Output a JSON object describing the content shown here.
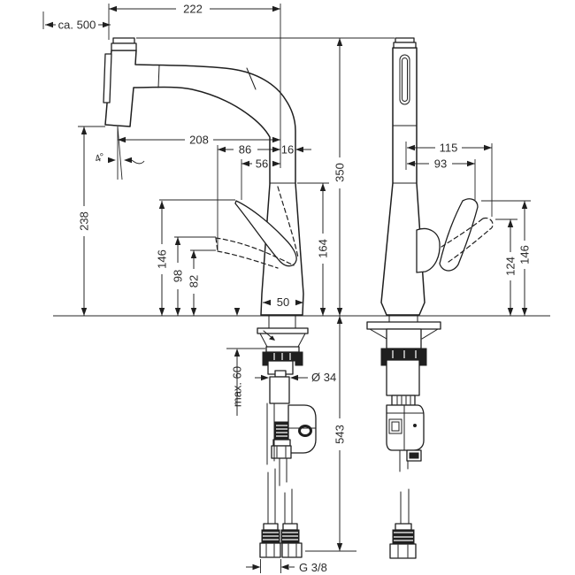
{
  "drawing": {
    "kind": "technical-dimension-drawing",
    "subject": "kitchen mixer faucet with pull-out spray, side view and front view",
    "background": "#ffffff",
    "line_color": "#1f1f1f",
    "dim_color": "#2b2b2b"
  },
  "dims": {
    "spout_overall": "222",
    "pullout_hose": "ca. 500",
    "spout_reach": "208",
    "handle_reach_86": "86",
    "edge_offset_16": "16",
    "handle_reach_56": "56",
    "outlet_angle": "4°",
    "total_height": "350",
    "spout_joint_height": "164",
    "outlet_height": "238",
    "handle_top_height": "146",
    "handle_mid_height": "98",
    "handle_low_height": "82",
    "body_base_width": "50",
    "max_deck_thickness": "max. 60",
    "hole_diameter": "Ø 34",
    "hose_length": "543",
    "connector_thread": "G 3/8",
    "front_handle_reach_115": "115",
    "front_handle_reach_93": "93",
    "front_handle_height_124": "124",
    "front_handle_height_146": "146"
  }
}
